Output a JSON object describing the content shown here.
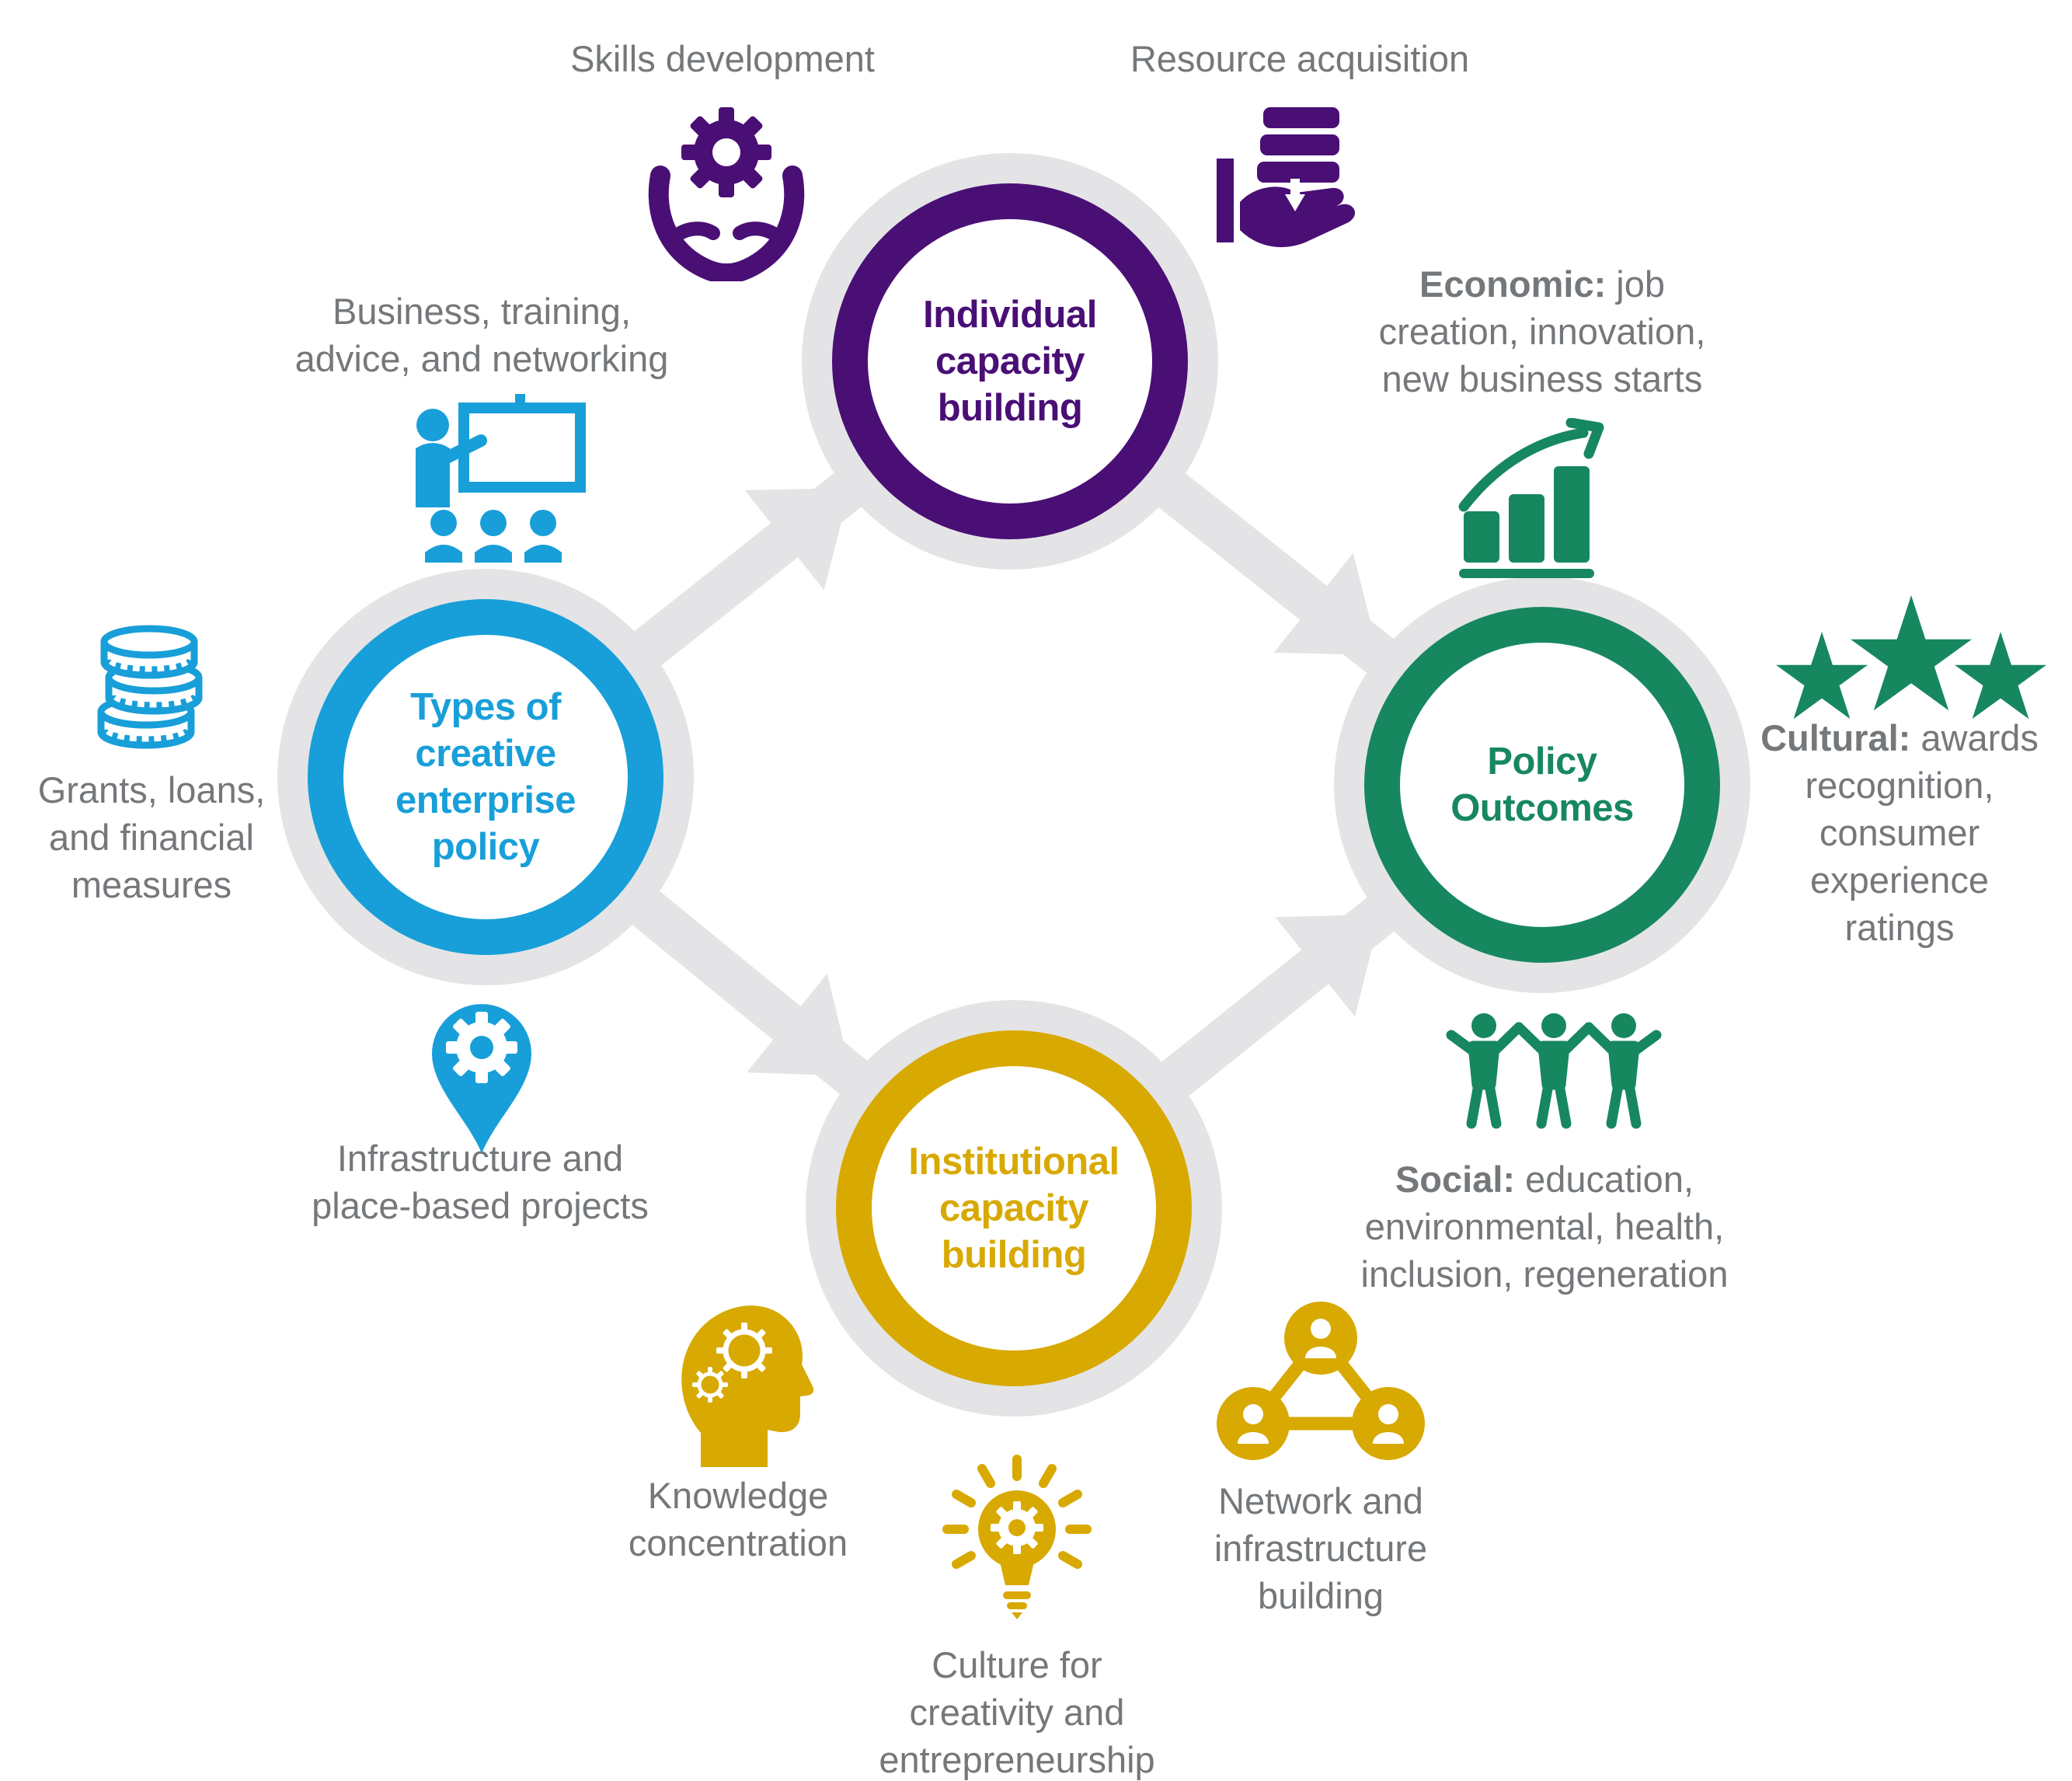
{
  "colors": {
    "blue": "#189FD9",
    "purple": "#4A0F75",
    "green": "#17875F",
    "gold": "#D8A900",
    "text_gray": "#75787B",
    "arrow_gray": "#E4E4E6"
  },
  "nodes": {
    "policy_types": {
      "lines": [
        "Types of",
        "creative",
        "enterprise",
        "policy"
      ]
    },
    "individual": {
      "lines": [
        "Individual",
        "capacity",
        "building"
      ]
    },
    "institutional": {
      "lines": [
        "Institutional",
        "capacity",
        "building"
      ]
    },
    "outcomes": {
      "lines": [
        "Policy",
        "Outcomes"
      ]
    }
  },
  "labels": {
    "skills": {
      "lines": [
        "Skills development"
      ]
    },
    "resource": {
      "lines": [
        "Resource acquisition"
      ]
    },
    "business": {
      "lines": [
        "Business, training,",
        "advice, and networking"
      ]
    },
    "grants": {
      "lines": [
        "Grants, loans,",
        "and financial",
        "measures"
      ]
    },
    "infrastructure": {
      "lines": [
        "Infrastructure and",
        "place-based projects"
      ]
    },
    "economic": {
      "bold": "Economic:",
      "rest": " job",
      "lines": [
        "creation, innovation,",
        "new business starts"
      ]
    },
    "cultural": {
      "bold": "Cultural:",
      "rest": " awards",
      "lines": [
        "recognition,",
        "consumer",
        "experience",
        "ratings"
      ]
    },
    "social": {
      "bold": "Social:",
      "rest": " education,",
      "lines": [
        "environmental, health,",
        "inclusion, regeneration"
      ]
    },
    "knowledge": {
      "lines": [
        "Knowledge",
        "concentration"
      ]
    },
    "culture": {
      "lines": [
        "Culture for",
        "creativity and",
        "entrepreneurship"
      ]
    },
    "network": {
      "lines": [
        "Network and",
        "infrastructure",
        "building"
      ]
    }
  },
  "icons": {
    "skills": "hands-holding-gear-icon",
    "resource": "hand-receiving-stack-icon",
    "business": "presenter-training-icon",
    "grants": "coins-stack-icon",
    "infrastructure": "map-pin-gear-icon",
    "economic": "growth-bar-chart-icon",
    "cultural": "three-stars-icon",
    "social": "people-holding-hands-icon",
    "knowledge": "head-gears-icon",
    "culture": "lightbulb-gear-icon",
    "network": "people-network-icon"
  }
}
